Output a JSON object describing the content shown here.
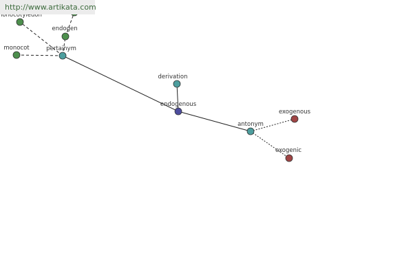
{
  "watermark": {
    "text": "http://www.artikata.com"
  },
  "graph": {
    "nodes": [
      {
        "id": "endogenous",
        "label": "endogenous",
        "color": "#4d4d9e"
      },
      {
        "id": "derivation",
        "label": "derivation",
        "color": "#4d9e9e"
      },
      {
        "id": "antonym",
        "label": "antonym",
        "color": "#4d9e9e"
      },
      {
        "id": "pertainym",
        "label": "pertainym",
        "color": "#4d9e9e"
      },
      {
        "id": "exogenous",
        "label": "exogenous",
        "color": "#a04545"
      },
      {
        "id": "exogenic",
        "label": "exogenic",
        "color": "#a04545"
      },
      {
        "id": "monocot",
        "label": "monocot",
        "color": "#4d8f4d"
      },
      {
        "id": "monocotyledon",
        "label": "monocotyledon",
        "color": "#4d8f4d"
      },
      {
        "id": "endogen",
        "label": "endogen",
        "color": "#4d8f4d"
      },
      {
        "id": "top-partial",
        "label": "",
        "color": "#4d8f4d"
      }
    ],
    "edges": [
      {
        "from": "endogenous",
        "to": "derivation",
        "style": "solid"
      },
      {
        "from": "endogenous",
        "to": "pertainym",
        "style": "solid"
      },
      {
        "from": "endogenous",
        "to": "antonym",
        "style": "solid"
      },
      {
        "from": "antonym",
        "to": "exogenous",
        "style": "dotted"
      },
      {
        "from": "antonym",
        "to": "exogenic",
        "style": "dotted"
      },
      {
        "from": "pertainym",
        "to": "monocot",
        "style": "dashed"
      },
      {
        "from": "pertainym",
        "to": "monocotyledon",
        "style": "dashed"
      },
      {
        "from": "pertainym",
        "to": "endogen",
        "style": "dashed"
      },
      {
        "from": "endogen",
        "to": "top-partial",
        "style": "dashed"
      }
    ]
  }
}
